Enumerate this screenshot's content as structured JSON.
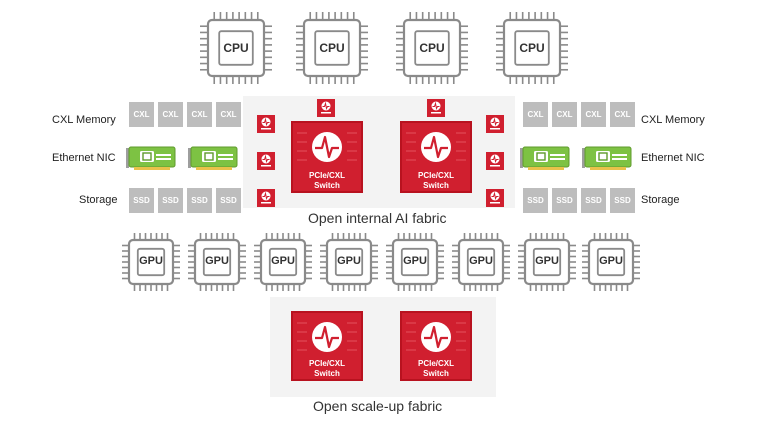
{
  "cpus": [
    "CPU",
    "CPU",
    "CPU",
    "CPU"
  ],
  "gpus": [
    "GPU",
    "GPU",
    "GPU",
    "GPU",
    "GPU",
    "GPU",
    "GPU",
    "GPU"
  ],
  "tiles": {
    "cxl": "CXL",
    "ssd": "SSD"
  },
  "labels": {
    "left": {
      "cxl_memory": "CXL Memory",
      "ethernet_nic": "Ethernet NIC",
      "storage": "Storage"
    },
    "right": {
      "cxl_memory": "CXL Memory",
      "ethernet_nic": "Ethernet NIC",
      "storage": "Storage"
    }
  },
  "switch": {
    "line1": "PCIe/CXL",
    "line2": "Switch"
  },
  "fabric": {
    "internal": "Open internal AI fabric",
    "scaleup": "Open scale-up fabric"
  },
  "colors": {
    "accent_red": "#d01f2f",
    "tile_gray": "#bdbdbd",
    "nic_green": "#7dc243",
    "fabric_bg": "#f3f3f3"
  },
  "icons": {
    "switch": "pulse-waveform-icon",
    "retimer": "retimer-pulse-icon"
  }
}
